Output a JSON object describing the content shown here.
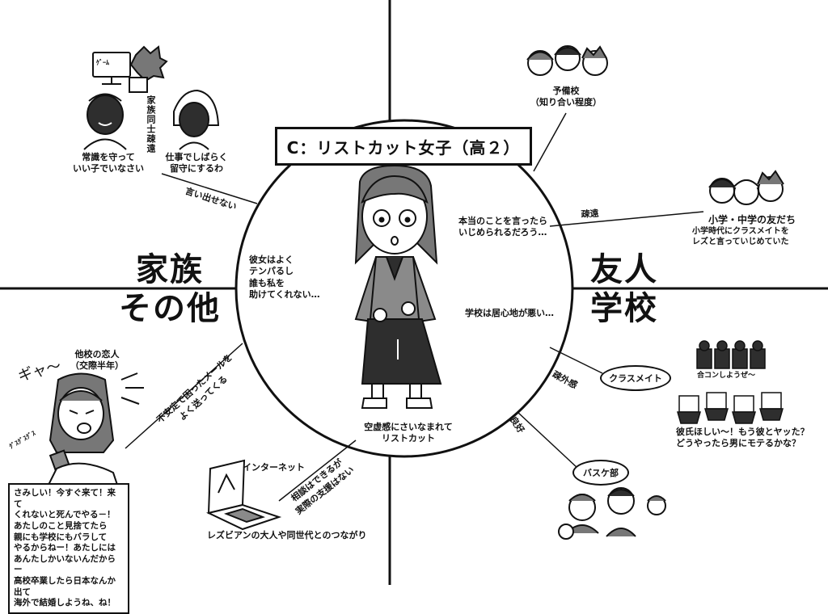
{
  "title": "C：リストカット女子（高２）",
  "quadrants": {
    "left": "家族\nその他",
    "right": "友人\n学校"
  },
  "center_thoughts": {
    "left": "彼女はよく\nテンパるし\n誰も私を\n助けてくれない…",
    "right_top": "本当のことを言ったら\nいじめられるだろう…",
    "right_mid": "学校は居心地が悪い…",
    "bottom": "空虚感にさいなまれて\nリストカット"
  },
  "family": {
    "tv_text": "ｹﾞｰﾑ",
    "father_caption": "常識を守って\nいい子でいなさい",
    "mother_caption": "仕事でしばらく\n留守にするわ",
    "relation_vertical": "家族同士疎遠",
    "link_label": "言い出せない"
  },
  "friends": {
    "prep_school": "予備校\n（知り合い程度）",
    "old_friends_title": "小学・中学の友だち",
    "old_friends_caption": "小学時代にクラスメイトを\nレズと言っていじめていた",
    "link_label": "疎遠"
  },
  "school": {
    "classmates_bubble": "クラスメイト",
    "classmates_link": "疎外感",
    "classmates_talk_boys": "合コンしようぜ～",
    "classmates_talk_girls": "彼氏ほしい～！もう彼とヤッた？\nどうやったら男にモテるかな？",
    "basketball_bubble": "バスケ部",
    "basketball_link": "良好"
  },
  "lover": {
    "title": "他校の恋人\n（交際半年）",
    "sfx": "ギャ～",
    "sobbing": "ｸﾞｽｸﾞｽｸﾞｽ",
    "link_label": "不安定で困ったメールを\nよく送ってくる",
    "message": "さみしい！今すぐ来て！来て\nくれないと死んでやる－！\nあたしのこと見捨てたら\n親にも学校にもバラして\nやるからねー！あたしには\nあんたしかいないんだからー\n高校卒業したら日本なんか出て\n海外で結婚しようね、ね！"
  },
  "internet": {
    "title": "インターネット",
    "link_label": "相談はできるが\n実際の支援はない",
    "caption": "レズビアンの大人や同世代とのつながり"
  },
  "colors": {
    "ink": "#111111",
    "grey": "#8a8a8a",
    "dark": "#2e2e2e",
    "paper": "#ffffff"
  }
}
